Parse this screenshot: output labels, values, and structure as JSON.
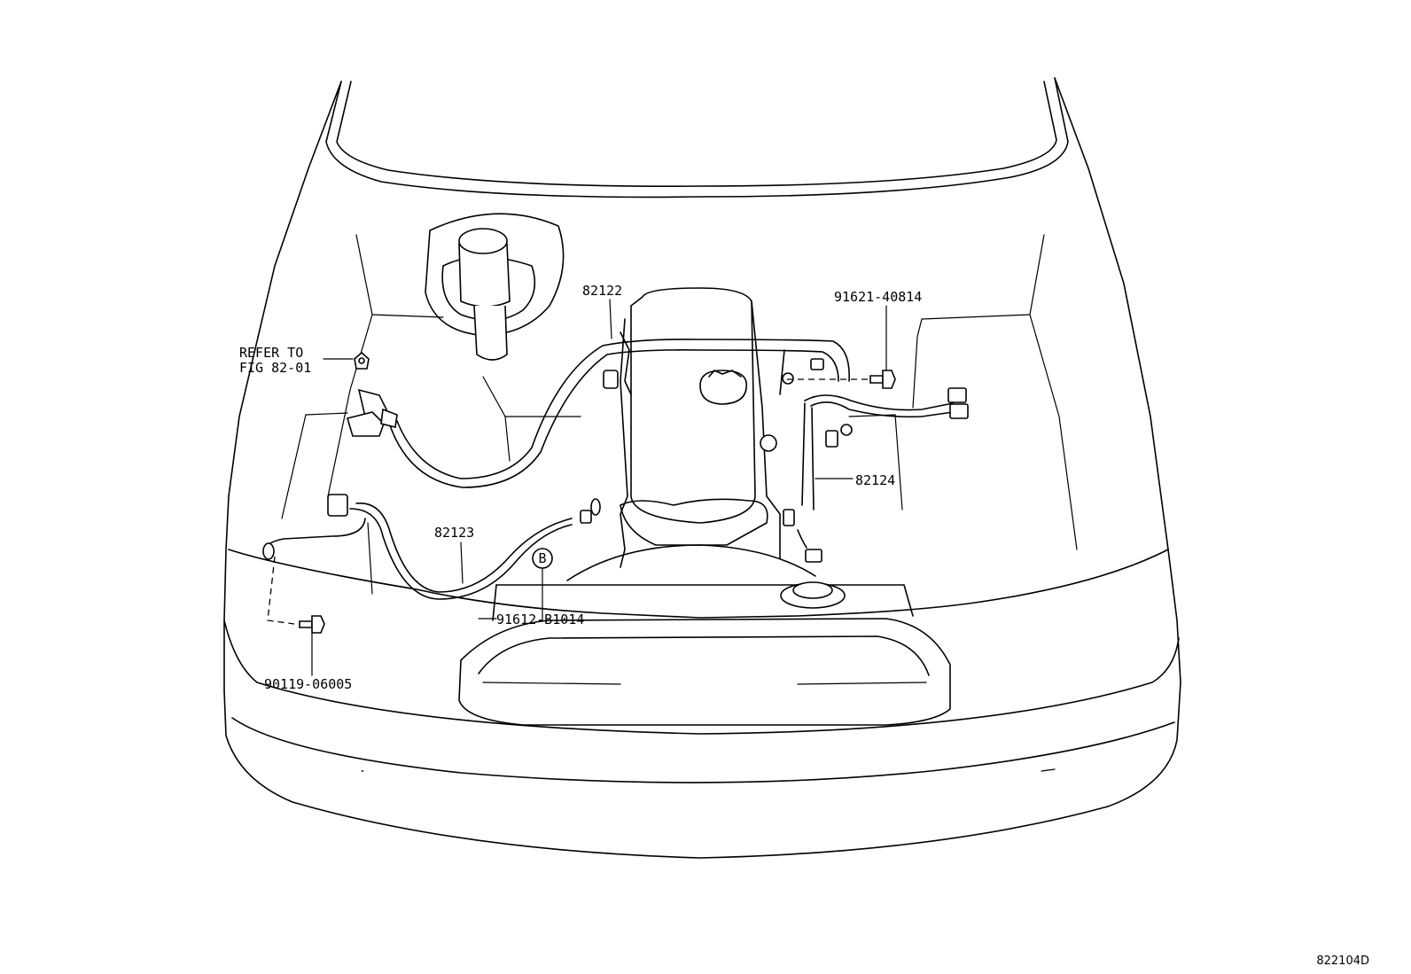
{
  "diagram": {
    "labels": {
      "part_82122": "82122",
      "part_91621": "91621-40814",
      "refer_line1": "REFER TO",
      "refer_line2": "FIG 82-01",
      "part_82124": "82124",
      "part_82123": "82123",
      "callout_b": "B",
      "part_91612": "91612-B1014",
      "part_90119": "90119-06005"
    },
    "drawing_code": "822104D"
  }
}
